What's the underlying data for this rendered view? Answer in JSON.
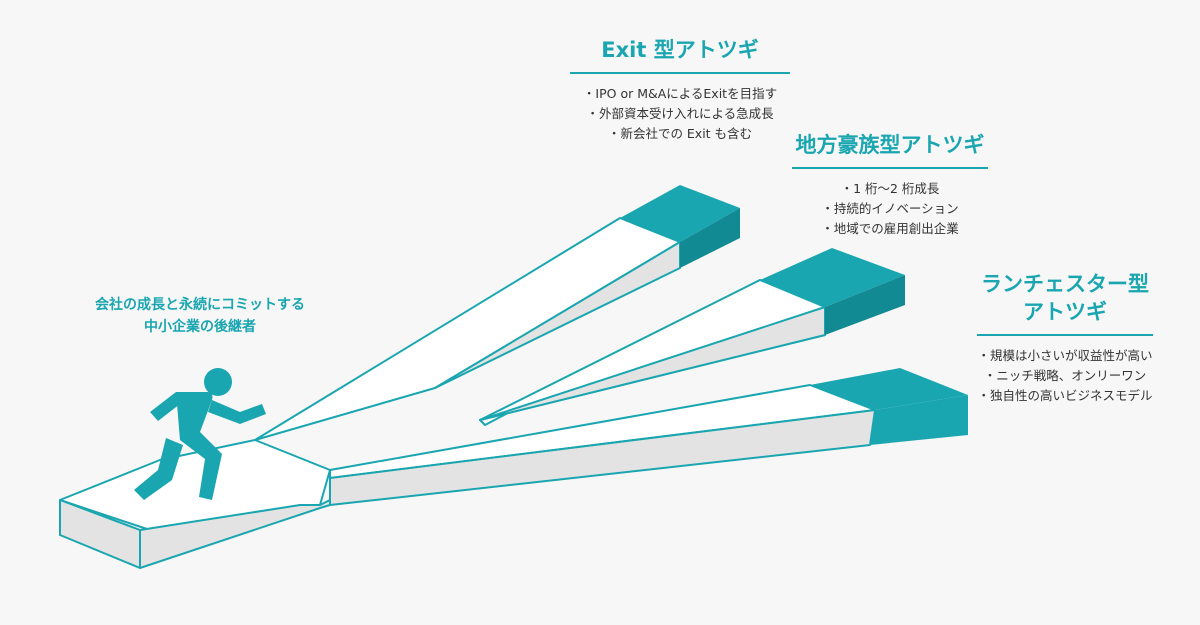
{
  "intro": {
    "lines": [
      "会社の成長と永続にコミットする",
      "中小企業の後継者"
    ]
  },
  "paths": [
    {
      "title_lines": [
        "Exit 型アトツギ"
      ],
      "bullets": [
        "IPO or M&AによるExitを目指す",
        "外部資本受け入れによる急成長",
        "新会社での Exit も含む"
      ]
    },
    {
      "title_lines": [
        "地方豪族型アトツギ"
      ],
      "bullets": [
        "1 桁〜2 桁成長",
        "持続的イノベーション",
        "地域での雇用創出企業"
      ]
    },
    {
      "title_lines": [
        "ランチェスター型",
        "アトツギ"
      ],
      "bullets": [
        "規模は小さいが収益性が高い",
        "ニッチ戦略、オンリーワン",
        "独自性の高いビジネスモデル"
      ]
    }
  ],
  "colors": {
    "accent": "#1aa6b0",
    "accent_dark": "#128a93",
    "surface": "#ffffff",
    "side": "#e3e3e3",
    "background": "#f7f7f7"
  },
  "icons": {
    "person": "running-person-icon"
  }
}
